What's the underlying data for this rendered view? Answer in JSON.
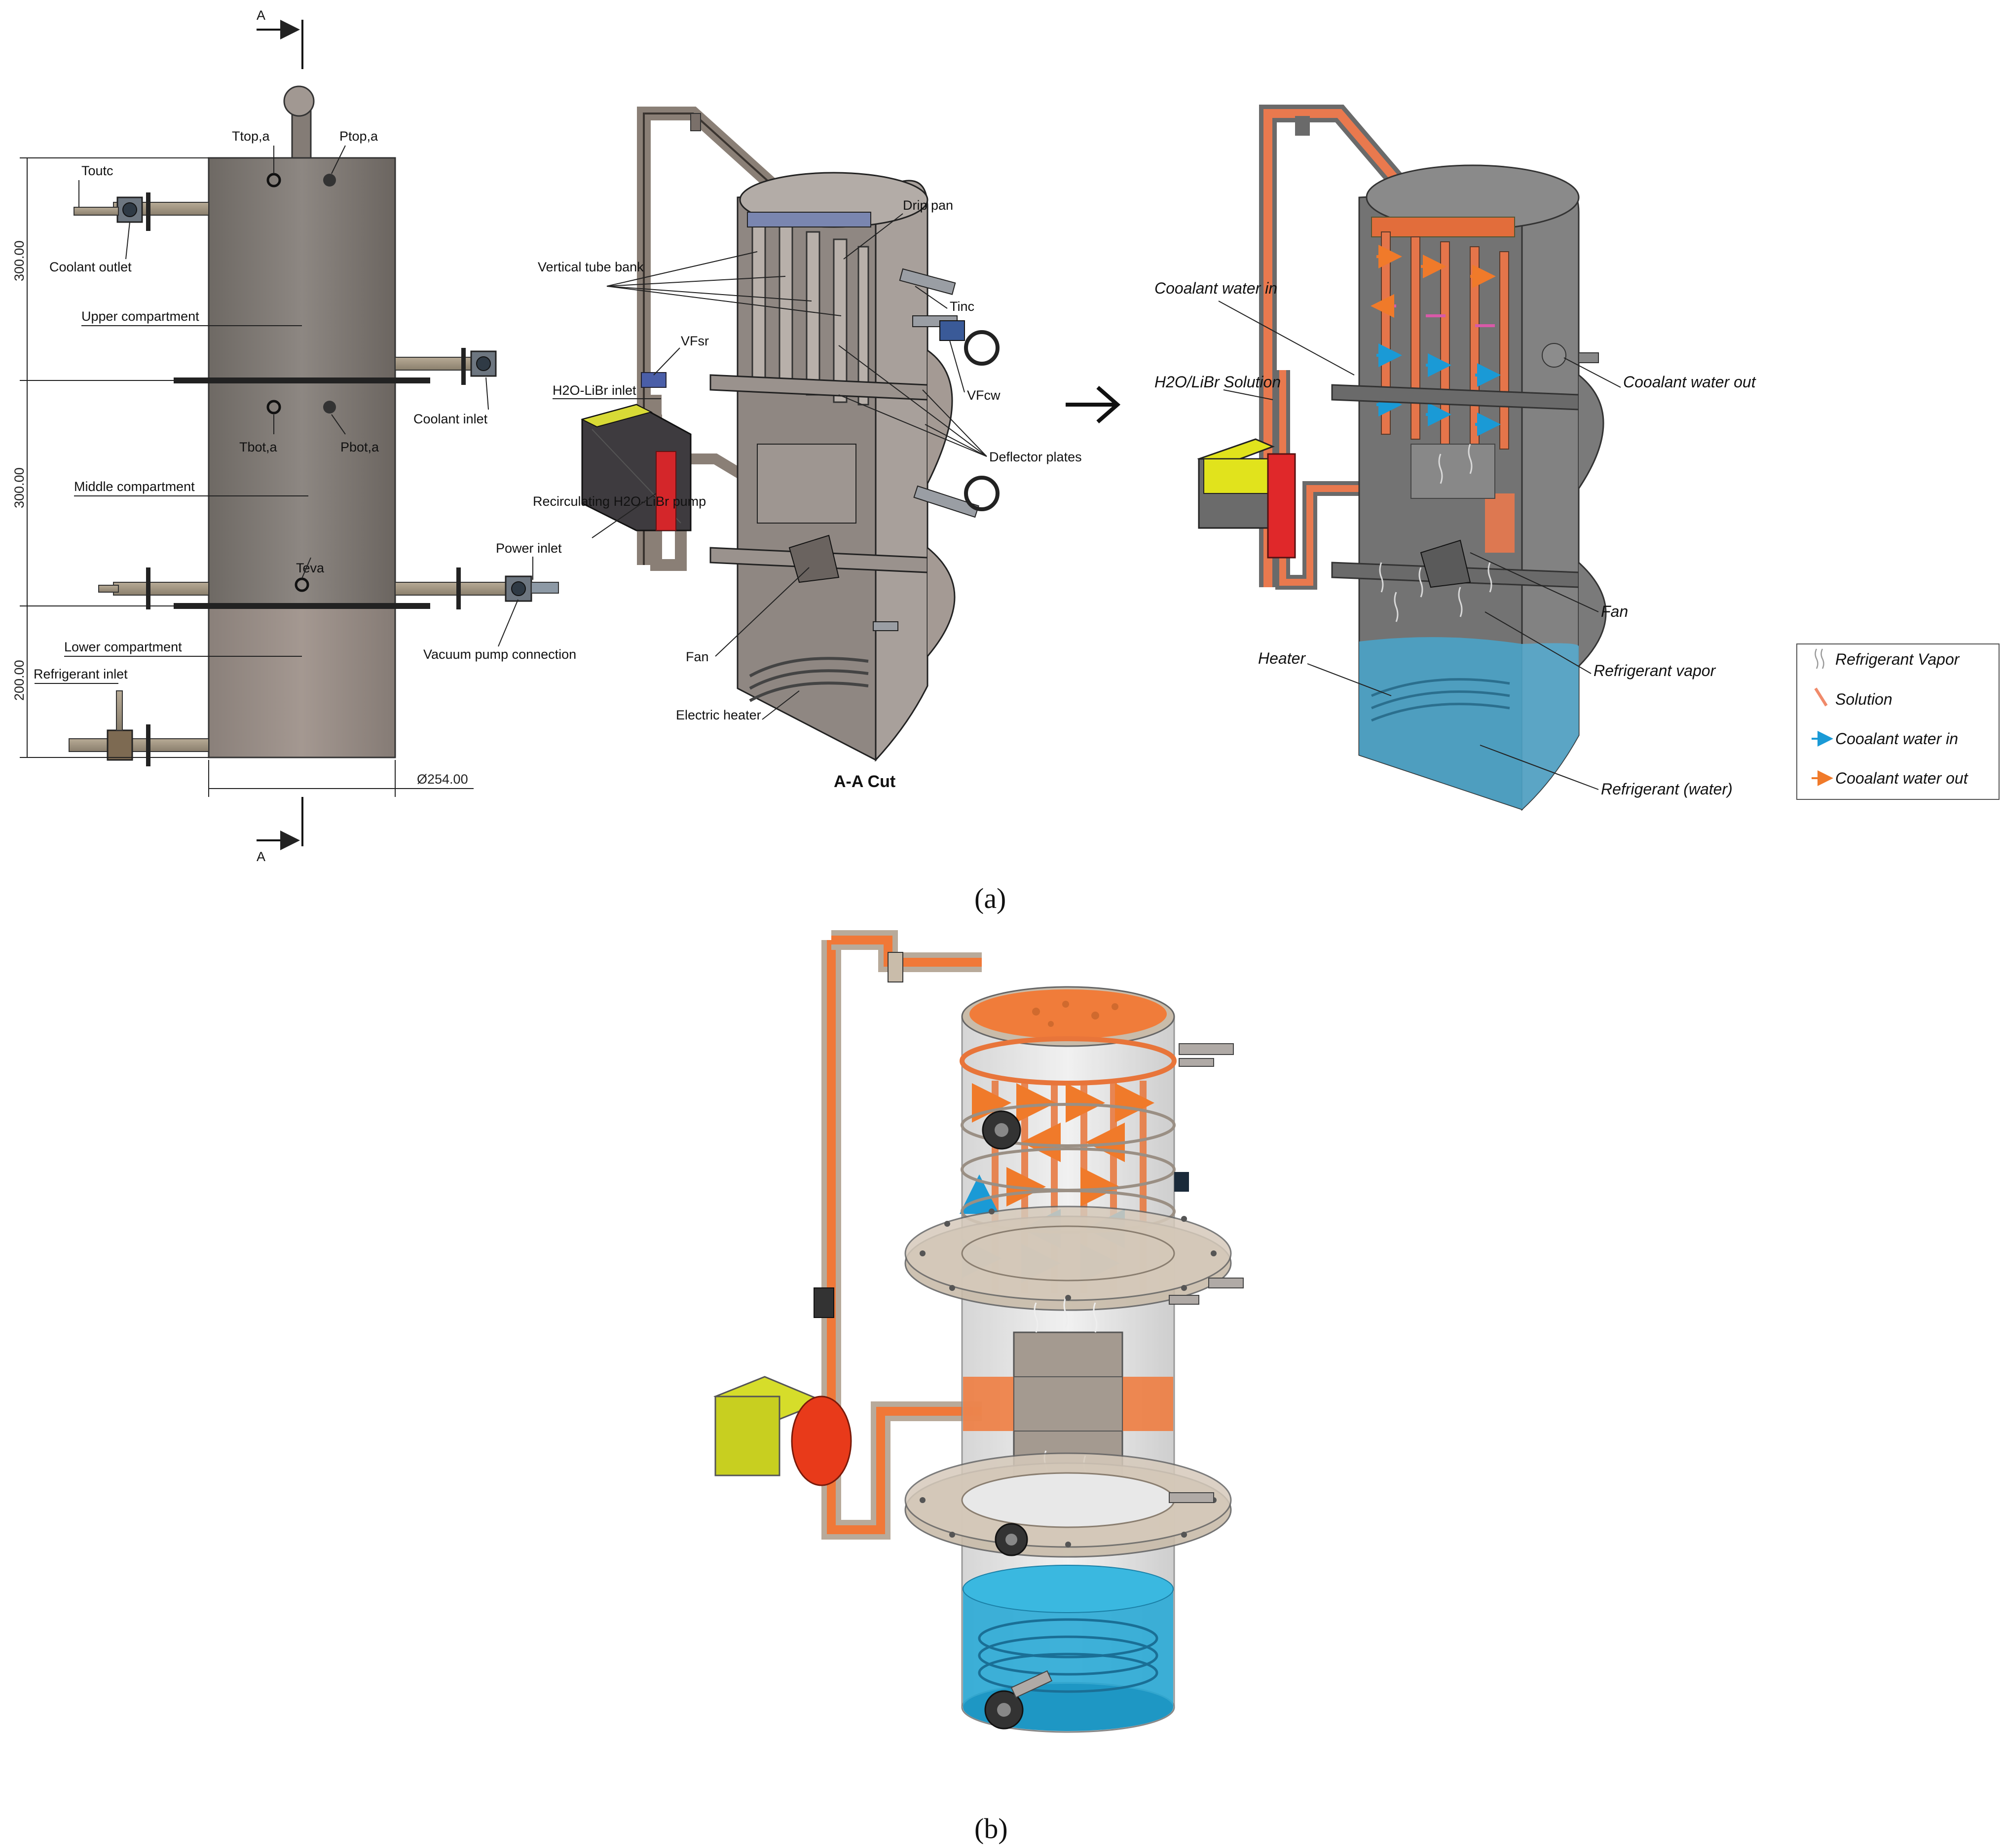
{
  "figure": {
    "panel_a": "(a)",
    "panel_b": "(b)"
  },
  "drawing": {
    "section_marker": "A",
    "labels": {
      "t_top": "Ttop,a",
      "p_top": "Ptop,a",
      "t_outc": "Toutc",
      "coolant_outlet": "Coolant outlet",
      "upper_compartment": "Upper compartment",
      "coolant_inlet": "Coolant inlet",
      "t_bot": "Tbot,a",
      "p_bot": "Pbot,a",
      "middle_compartment": "Middle compartment",
      "t_eva": "Teva",
      "power_inlet": "Power inlet",
      "lower_compartment": "Lower compartment",
      "refrigerant_inlet": "Refrigerant inlet",
      "vacuum_pump_connection": "Vacuum pump connection"
    },
    "dimensions": {
      "upper": "300.00",
      "middle": "300.00",
      "lower": "200.00",
      "diameter": "Ø254.00"
    }
  },
  "cutaway": {
    "title": "A-A Cut",
    "labels": {
      "drip_pan": "Drip pan",
      "vertical_tube_bank": "Vertical tube bank",
      "t_inc": "Tinc",
      "vf_sr": "VFsr",
      "vf_cw": "VFcw",
      "h2o_libr_inlet": "H2O-LiBr inlet",
      "deflector_plates": "Deflector plates",
      "recirculating_pump": "Recirculating H2O-LiBr pump",
      "fan": "Fan",
      "electric_heater": "Electric heater"
    }
  },
  "schematic": {
    "labels": {
      "coolant_water_in": "Cooalant water in",
      "h2o_libr_solution": "H2O/LiBr Solution",
      "coolant_water_out": "Cooalant water out",
      "fan": "Fan",
      "heater": "Heater",
      "refrigerant_vapor": "Refrigerant vapor",
      "refrigerant_water": "Refrigerant (water)"
    },
    "legend": [
      {
        "label": "Refrigerant Vapor",
        "symbol": "vapor-wave-icon",
        "color": "#9a9a9a"
      },
      {
        "label": "Solution",
        "symbol": "solution-line-icon",
        "color": "#f08a6a"
      },
      {
        "label": "Cooalant water in",
        "symbol": "arrow-right-icon",
        "color": "#1a9ad6"
      },
      {
        "label": "Cooalant water out",
        "symbol": "arrow-right-icon",
        "color": "#f07a2a"
      }
    ]
  },
  "colors": {
    "vessel_gray": "#7d7873",
    "cut_gray": "#8c8480",
    "solution_orange": "#e8703a",
    "pump_red": "#e0282a",
    "motor_yellow": "#d9dc1e",
    "refrigerant_blue": "#2a9fd0",
    "coolant_pink": "#d85aa8"
  }
}
